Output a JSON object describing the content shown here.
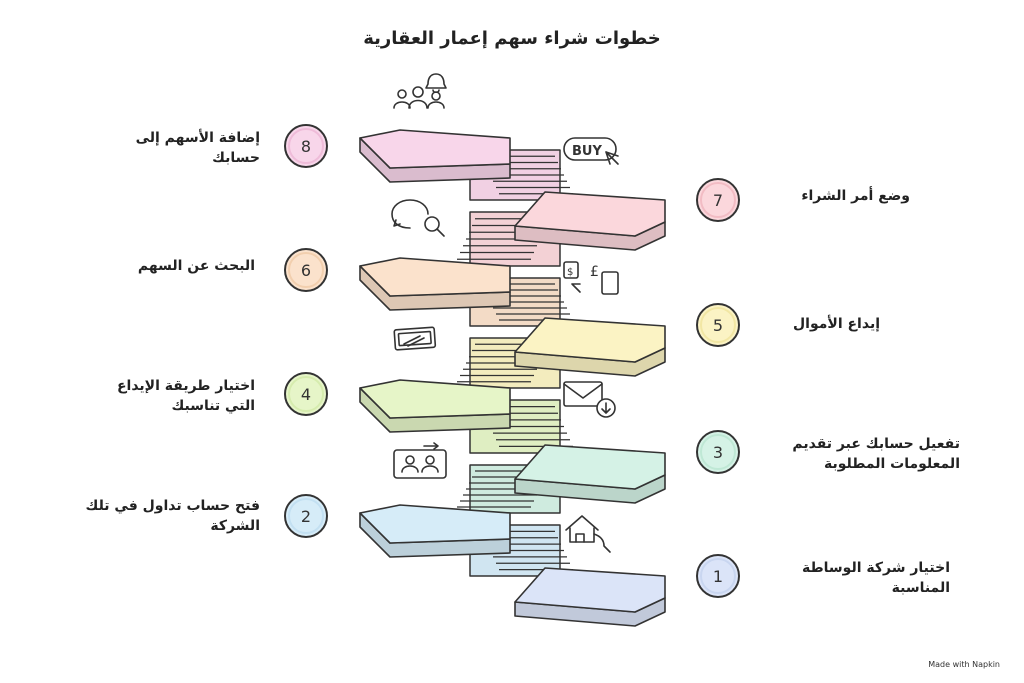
{
  "title": "خطوات شراء سهم إعمار العقارية",
  "credit": "Made with Napkin",
  "steps": [
    {
      "number": "1",
      "label": "اختيار شركة الوساطة المناسبة",
      "color": "#dbe4f8",
      "ring": "#c9d6f0",
      "icon": "house-hand-icon"
    },
    {
      "number": "2",
      "label": "فتح حساب تداول في تلك الشركة",
      "color": "#d6ecf8",
      "ring": "#c3e0f2",
      "icon": "users-exchange-icon"
    },
    {
      "number": "3",
      "label": "تفعيل حسابك عبر تقديم المعلومات المطلوبة",
      "color": "#d5f2e6",
      "ring": "#bfe8d5",
      "icon": "mail-download-icon"
    },
    {
      "number": "4",
      "label": "اختيار طريقة الإيداع التي تناسبك",
      "color": "#e6f5c8",
      "ring": "#d6ecae",
      "icon": "money-icon"
    },
    {
      "number": "5",
      "label": "إيداع الأموال",
      "color": "#fbf3c4",
      "ring": "#f2e7a4",
      "icon": "currency-exchange-icon"
    },
    {
      "number": "6",
      "label": "البحث عن السهم",
      "color": "#fbe2cc",
      "ring": "#f2cfae",
      "icon": "search-icon"
    },
    {
      "number": "7",
      "label": "وضع أمر الشراء",
      "color": "#fbd7dc",
      "ring": "#f2bcc4",
      "icon": "buy-icon"
    },
    {
      "number": "8",
      "label": "إضافة الأسهم إلى حسابك",
      "color": "#f8d6ea",
      "ring": "#efbcd9",
      "icon": "group-notification-icon"
    }
  ]
}
